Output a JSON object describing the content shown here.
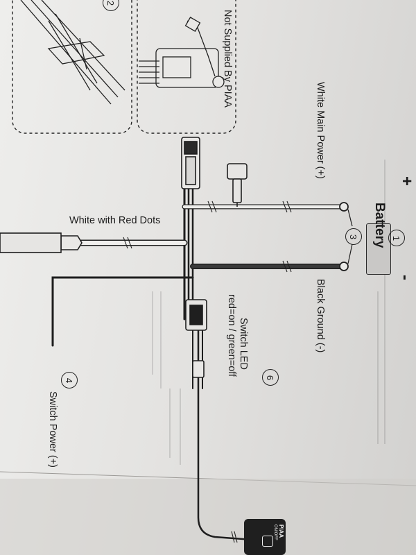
{
  "labels": {
    "white_main_power": "White Main Power (+)",
    "black_ground": "Black Ground (-)",
    "white_red_dots": "White with Red Dots",
    "switch_led_line1": "Switch LED",
    "switch_led_line2": "red=on / green=off",
    "switch_power": "Switch Power (+)",
    "not_supplied": "Not Supplied By PIAA",
    "battery": "Battery",
    "plus_sign": "+",
    "minus_sign": "-",
    "switch_brand": "PIAA",
    "switch_mark": "ON/OFF"
  },
  "callouts": {
    "battery_num": "1",
    "inset_num": "2",
    "terminals_num": "3",
    "switch_power_num": "4",
    "switch_led_num": "6"
  }
}
